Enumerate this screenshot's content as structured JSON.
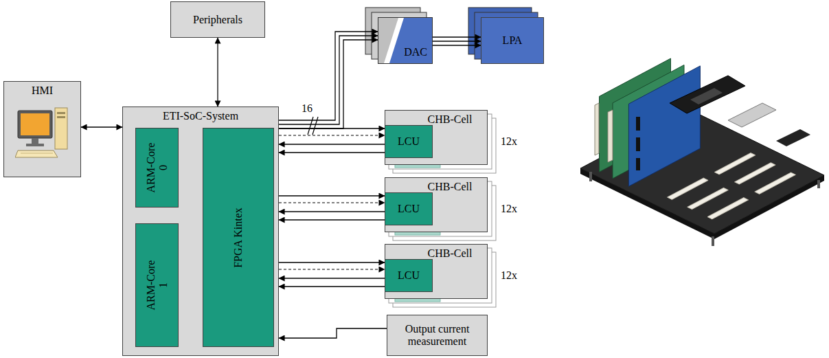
{
  "diagram": {
    "nodes": [
      {
        "text": [
          "Peripherals"
        ]
      },
      {
        "text": [
          "HMI"
        ]
      },
      {
        "text": [
          "ETI-SoC-System"
        ]
      },
      {
        "text": [
          "ARM-Core 0"
        ],
        "in": 2
      },
      {
        "text": [
          "ARM-Core 1"
        ],
        "in": 2
      },
      {
        "text": [
          "FPGA Kintex"
        ],
        "in": 2
      },
      {
        "text": [
          "DAC"
        ]
      },
      {
        "text": [
          "LPA"
        ]
      },
      {
        "text": [
          "CHB-Cell"
        ]
      },
      {
        "text": [
          "LCU"
        ],
        "in": 8
      },
      {
        "text": [
          "CHB-Cell"
        ]
      },
      {
        "text": [
          "LCU"
        ],
        "in": 10
      },
      {
        "text": [
          "CHB-Cell"
        ]
      },
      {
        "text": [
          "LCU"
        ],
        "in": 12
      },
      {
        "text": [
          "Output current measurement"
        ]
      }
    ],
    "edges": [
      {
        "from": 1,
        "to": 2,
        "arrow": "both"
      },
      {
        "from": 0,
        "to": 2,
        "arrow": "both"
      },
      {
        "from": 2,
        "to": 6,
        "arrow": "to",
        "label": "16"
      },
      {
        "from": 6,
        "to": 7,
        "arrow": "to"
      },
      {
        "from": 2,
        "to": 9,
        "arrow": "to"
      },
      {
        "from": 9,
        "to": 2,
        "arrow": "to"
      },
      {
        "from": 2,
        "to": 11,
        "arrow": "to"
      },
      {
        "from": 11,
        "to": 2,
        "arrow": "to"
      },
      {
        "from": 2,
        "to": 13,
        "arrow": "to"
      },
      {
        "from": 13,
        "to": 2,
        "arrow": "to"
      },
      {
        "from": 14,
        "to": 2,
        "arrow": "to"
      }
    ],
    "labels": [
      "12x",
      "12x",
      "12x"
    ]
  }
}
